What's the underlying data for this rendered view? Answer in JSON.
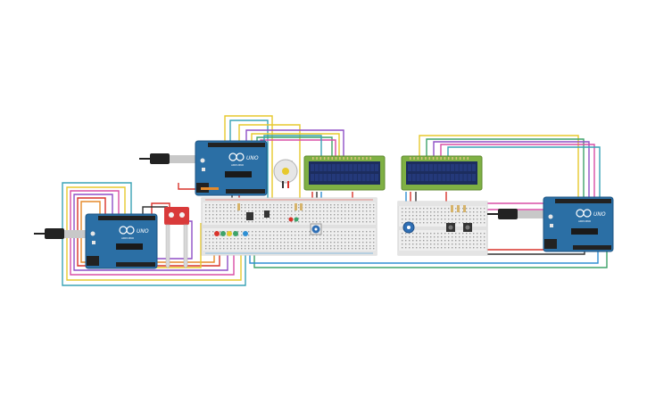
{
  "boards": {
    "left": {
      "brand": "UNO",
      "sub": "ARDUINO"
    },
    "center": {
      "brand": "UNO",
      "sub": "ARDUINO"
    },
    "right": {
      "brand": "UNO",
      "sub": "ARDUINO"
    }
  },
  "colors": {
    "board": "#2b6fa5",
    "board_dark": "#1f5684",
    "breadboard": "#eeeeee",
    "lcd_frame": "#7fb044",
    "lcd_screen": "#1c2d5e",
    "sensor": "#d93a3a",
    "wire_red": "#d9342b",
    "wire_blue": "#2f8fd3",
    "wire_green": "#3ea36a",
    "wire_yellow": "#e7c92d",
    "wire_purple": "#8f4fc6",
    "wire_orange": "#e58a2b",
    "wire_pink": "#d84ea6",
    "wire_black": "#333333",
    "wire_teal": "#3aa3b5"
  },
  "icons": {
    "usb": "usb-cable-icon",
    "motor": "dc-motor-icon",
    "pot": "potentiometer-icon",
    "button": "pushbutton-icon"
  }
}
